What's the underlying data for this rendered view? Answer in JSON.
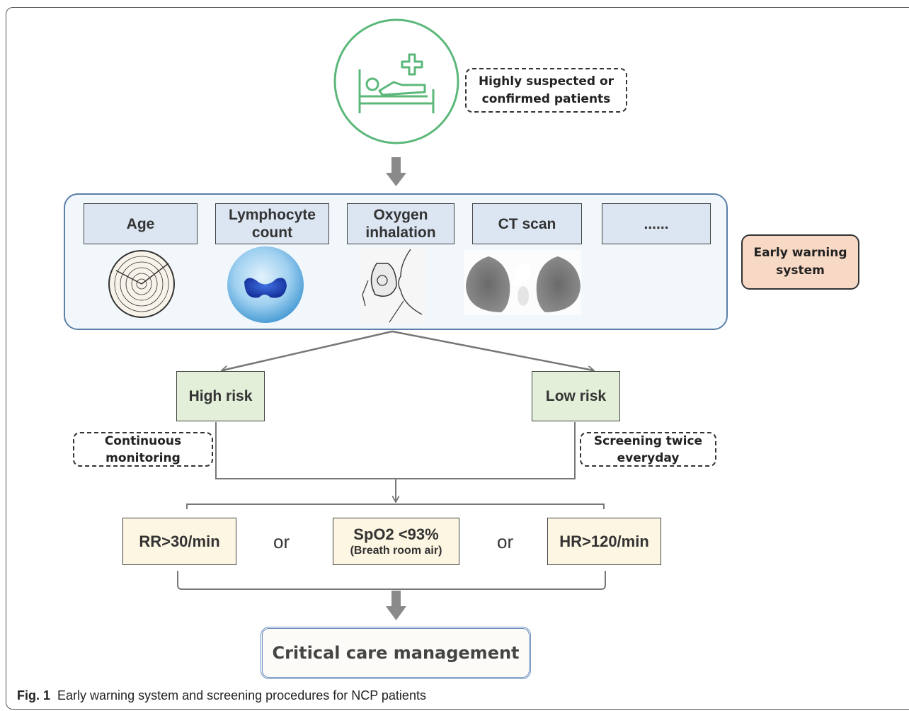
{
  "patients_label": "Highly suspected or\nconfirmed patients",
  "factors": [
    {
      "label": "Age",
      "icon": "tree-ring-icon"
    },
    {
      "label": "Lymphocyte\ncount",
      "icon": "lymphocyte-cell-icon"
    },
    {
      "label": "Oxygen\ninhalation",
      "icon": "oxygen-mask-icon"
    },
    {
      "label": "CT scan",
      "icon": "lung-ct-icon"
    },
    {
      "label": "......",
      "icon": ""
    }
  ],
  "system_label": "Early warning\nsystem",
  "high_risk": "High risk",
  "low_risk": "Low risk",
  "high_action": "Continuous\nmonitoring",
  "low_action": "Screening twice\neveryday",
  "criteria": {
    "rr": "RR>30/min",
    "spo2": "SpO2 <93%",
    "spo2_note": "(Breath room air)",
    "hr": "HR>120/min",
    "or_1": "or",
    "or_2": "or"
  },
  "outcome": "Critical care management",
  "caption_label": "Fig. 1",
  "caption_text": "Early warning system and screening procedures for NCP patients",
  "colors": {
    "patient_green": "#5cb87a",
    "factor_blue": "#dbe6f2",
    "risk_green": "#e3efd9",
    "criteria_cream": "#fdf6e2",
    "system_peach": "#f8d9c5",
    "arrow_gray": "#888888"
  }
}
